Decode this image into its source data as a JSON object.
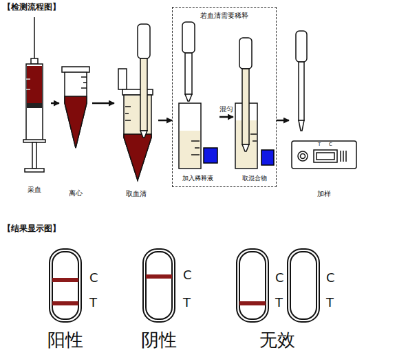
{
  "diagram": {
    "nodes": [
      {
        "text": [
          "采血"
        ]
      },
      {
        "text": [
          "离心"
        ]
      },
      {
        "text": [
          "取血清"
        ]
      },
      {
        "text": [
          "若血清需要稀释"
        ]
      },
      {
        "text": [
          "加入稀释液"
        ],
        "in": 3
      },
      {
        "text": [
          "取混合物"
        ],
        "in": 3
      },
      {
        "text": [
          "加样"
        ]
      }
    ],
    "edges": [
      {
        "from": 0,
        "to": 1,
        "arrow": "to"
      },
      {
        "from": 1,
        "to": 2,
        "arrow": "to"
      },
      {
        "from": 2,
        "to": 3,
        "arrow": "to"
      },
      {
        "from": 4,
        "to": 5,
        "label": "混匀",
        "arrow": "to"
      },
      {
        "from": 3,
        "to": 6,
        "arrow": "to"
      }
    ],
    "labels": [
      "【检测流程图】",
      "T",
      "C",
      "【结果显示图】",
      "C",
      "T",
      "阳性",
      "C",
      "T",
      "阴性",
      "C",
      "T",
      "C",
      "T",
      "无效"
    ]
  }
}
